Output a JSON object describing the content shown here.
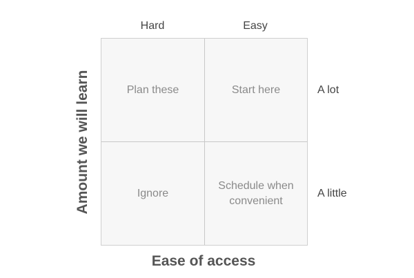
{
  "columns": {
    "hard": "Hard",
    "easy": "Easy"
  },
  "rows": {
    "a_lot": "A lot",
    "a_little": "A little"
  },
  "quadrants": {
    "top_left": "Plan these",
    "top_right": "Start here",
    "bottom_left": "Ignore",
    "bottom_right_line1": "Schedule when",
    "bottom_right_line2": "convenient"
  },
  "axes": {
    "x_label": "Ease of access",
    "y_label": "Amount we will learn"
  }
}
